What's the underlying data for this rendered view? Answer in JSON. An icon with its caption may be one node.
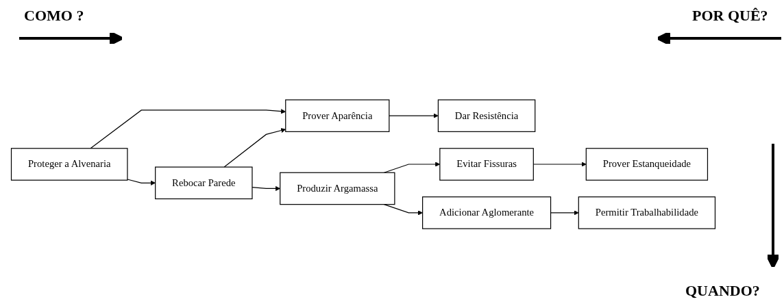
{
  "diagram": {
    "nodes": [
      {
        "text": [
          "Proteger a Alvenaria"
        ]
      },
      {
        "text": [
          "Rebocar Parede"
        ]
      },
      {
        "text": [
          "Prover Aparência"
        ]
      },
      {
        "text": [
          "Dar Resistência"
        ]
      },
      {
        "text": [
          "Produzir Argamassa"
        ]
      },
      {
        "text": [
          "Evitar Fissuras"
        ]
      },
      {
        "text": [
          "Prover Estanqueidade"
        ]
      },
      {
        "text": [
          "Adicionar Aglomerante"
        ]
      },
      {
        "text": [
          "Permitir Trabalhabilidade"
        ]
      }
    ],
    "edges": [
      {
        "from": 0,
        "to": 1,
        "arrow": "to"
      },
      {
        "from": 0,
        "to": 2,
        "arrow": "to"
      },
      {
        "from": 1,
        "to": 2,
        "arrow": "to"
      },
      {
        "from": 2,
        "to": 3,
        "arrow": "to"
      },
      {
        "from": 1,
        "to": 4,
        "arrow": "to"
      },
      {
        "from": 4,
        "to": 5,
        "arrow": "to"
      },
      {
        "from": 5,
        "to": 6,
        "arrow": "to"
      },
      {
        "from": 4,
        "to": 7,
        "arrow": "to"
      },
      {
        "from": 7,
        "to": 8,
        "arrow": "to"
      }
    ],
    "labels": [
      "COMO ?",
      "POR QUÊ?",
      "QUANDO?"
    ]
  }
}
